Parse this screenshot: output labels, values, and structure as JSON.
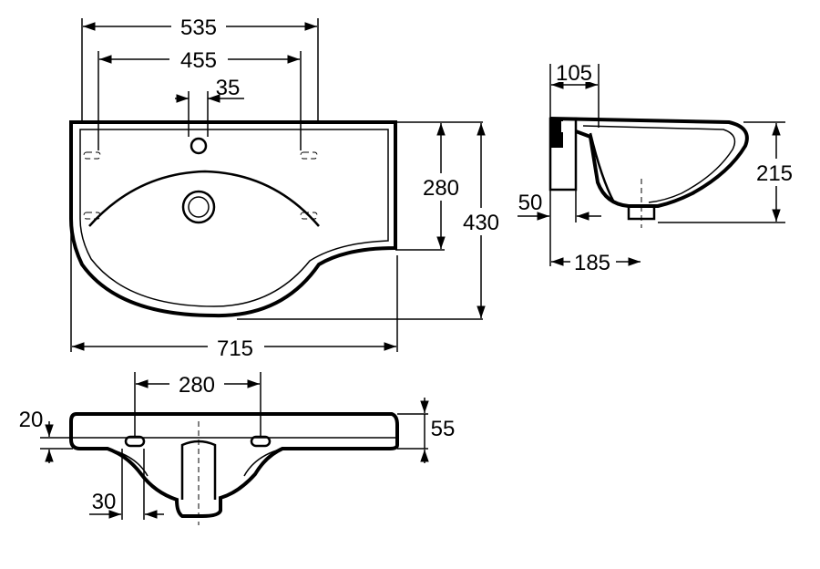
{
  "top_view": {
    "dim_width_outer": "535",
    "dim_width_inner": "455",
    "dim_tap_offset": "35",
    "dim_depth_inner": "280",
    "dim_depth_outer": "430",
    "dim_total_width": "715"
  },
  "side_view": {
    "dim_top": "105",
    "dim_height": "215",
    "dim_wall": "50",
    "dim_drain": "185"
  },
  "front_view": {
    "dim_holes": "280",
    "dim_rim": "20",
    "dim_thickness": "55",
    "dim_offset": "30"
  }
}
